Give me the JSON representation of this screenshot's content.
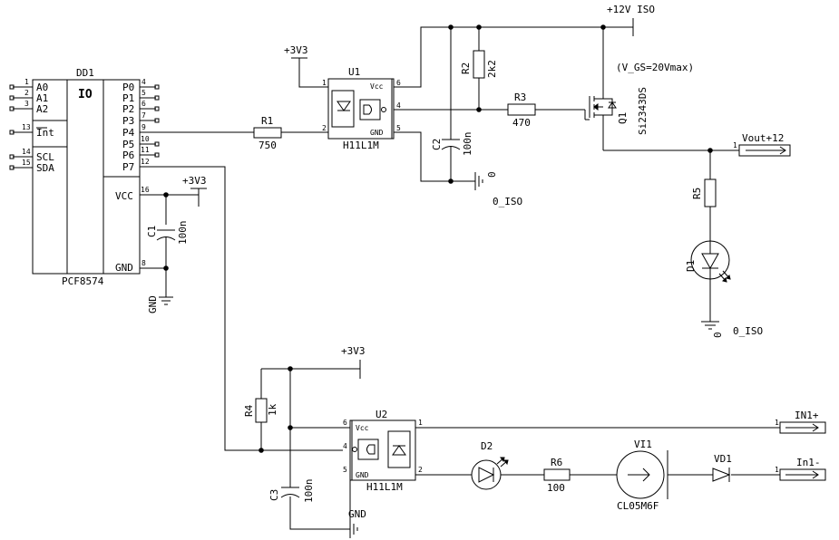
{
  "labels": {
    "dd1_ref": "DD1",
    "dd1_io": "IO",
    "dd1_part": "PCF8574",
    "dd1_pins_left": [
      {
        "num": "1",
        "name": "A0"
      },
      {
        "num": "2",
        "name": "A1"
      },
      {
        "num": "3",
        "name": "A2"
      },
      {
        "num": "13",
        "name": "Int"
      },
      {
        "num": "14",
        "name": "SCL"
      },
      {
        "num": "15",
        "name": "SDA"
      }
    ],
    "dd1_pins_right": [
      {
        "num": "4",
        "name": "P0"
      },
      {
        "num": "5",
        "name": "P1"
      },
      {
        "num": "6",
        "name": "P2"
      },
      {
        "num": "7",
        "name": "P3"
      },
      {
        "num": "9",
        "name": "P4"
      },
      {
        "num": "10",
        "name": "P5"
      },
      {
        "num": "11",
        "name": "P6"
      },
      {
        "num": "12",
        "name": "P7"
      }
    ],
    "dd1_vcc_num": "16",
    "dd1_vcc_name": "VCC",
    "dd1_gnd_num": "8",
    "dd1_gnd_name": "GND",
    "r1_ref": "R1",
    "r1_val": "750",
    "r2_ref": "R2",
    "r2_val": "2k2",
    "r3_ref": "R3",
    "r3_val": "470",
    "r4_ref": "R4",
    "r4_val": "1k",
    "r5_ref": "R5",
    "r6_ref": "R6",
    "r6_val": "100",
    "c1_ref": "C1",
    "c1_val": "100n",
    "c2_ref": "C2",
    "c2_val": "100n",
    "c3_ref": "C3",
    "c3_val": "100n",
    "u1_ref": "U1",
    "u1_part": "H11L1M",
    "u2_ref": "U2",
    "u2_part": "H11L1M",
    "vcc_pin": "Vcc",
    "gnd_pin": "GND",
    "u1_pin1": "1",
    "u1_pin2": "2",
    "u1_pin4": "4",
    "u1_pin5": "5",
    "u1_pin6": "6",
    "u2_pin1": "1",
    "u2_pin2": "2",
    "u2_pin4": "4",
    "u2_pin5": "5",
    "u2_pin6": "6",
    "q1_ref": "Q1",
    "q1_part": "Si2343DS",
    "q1_note": "(V_GS=20Vmax)",
    "d1_ref": "D1",
    "d2_ref": "D2",
    "vd1_ref": "VD1",
    "vi1_ref": "VI1",
    "vi1_part": "CL05M6F",
    "p3v3_a": "+3V3",
    "p3v3_b": "+3V3",
    "p3v3_c": "+3V3",
    "p12v_iso": "+12V ISO",
    "gnd_a": "GND",
    "gnd_b": "GND",
    "iso_gnd_sym": "0",
    "iso_gnd_label": "0_ISO",
    "iso_gnd_sym2": "0",
    "iso_gnd_label2": "0_ISO",
    "port_pin": "1",
    "vout": "Vout+12",
    "in1p": "IN1+",
    "in1m": "In1-"
  }
}
